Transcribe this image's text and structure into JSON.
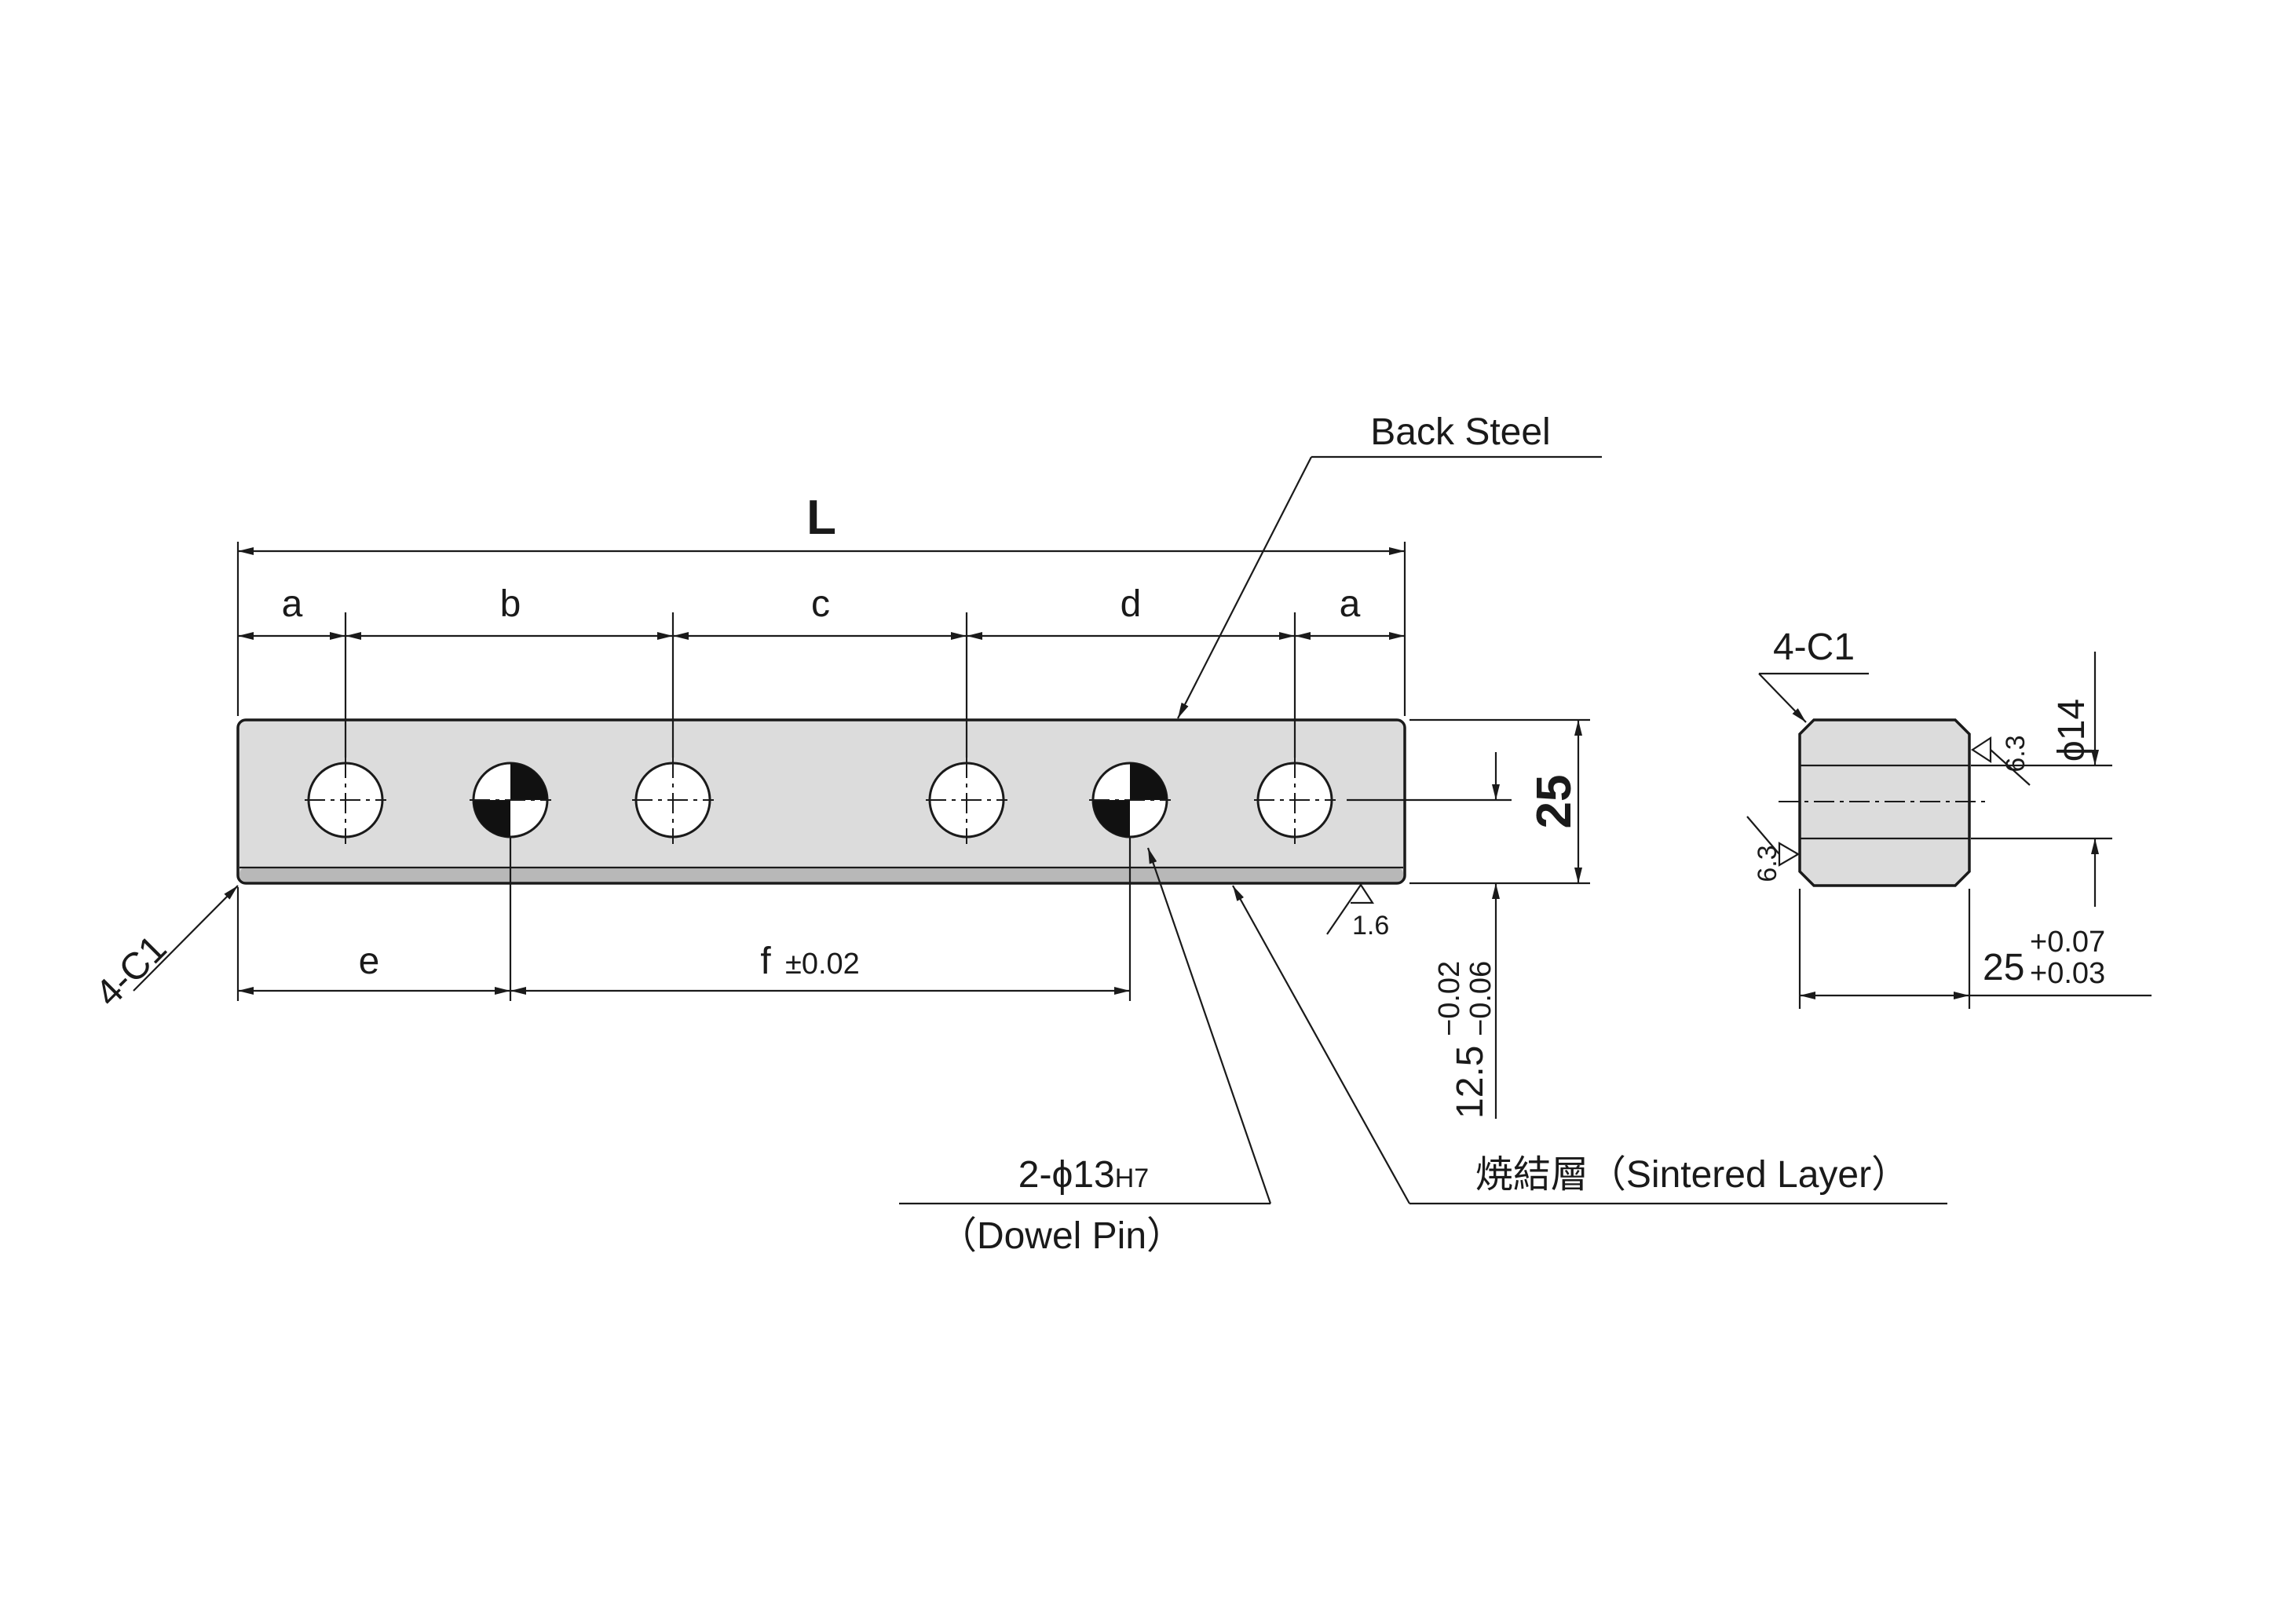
{
  "drawing": {
    "labels": {
      "L": "L",
      "a": "a",
      "b": "b",
      "c": "c",
      "d": "d",
      "e": "e",
      "f": "f",
      "f_tol": "±0.02",
      "back_steel": "Back Steel",
      "chamfer": "4-C1",
      "pin_hole": "2-ϕ13",
      "pin_fit": "H7",
      "dowel_pin": "（Dowel Pin）",
      "sintered_layer": "焼結層（Sintered Layer）",
      "surface_1_6": "1.6",
      "surface_6_3": "6.3",
      "height_25": "25",
      "thickness_base": "12.5",
      "thickness_tol_upper": "−0.02",
      "thickness_tol_lower": "−0.06",
      "phi14": "ϕ14",
      "width_25": "25",
      "width_tol_upper": "+0.07",
      "width_tol_lower": "+0.03"
    }
  }
}
